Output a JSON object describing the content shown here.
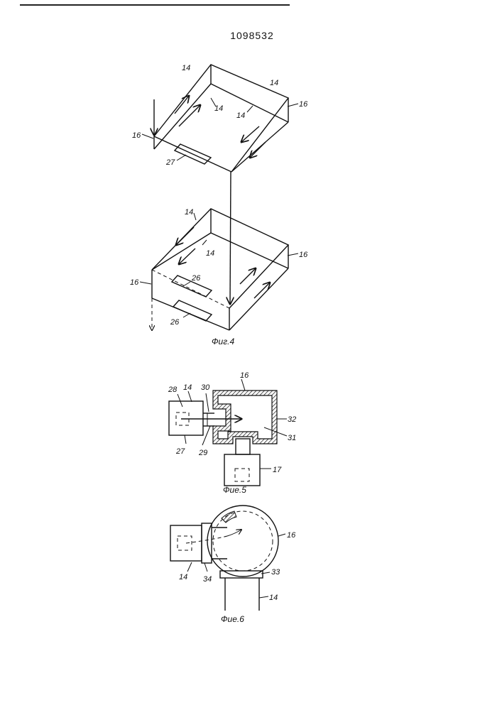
{
  "document": {
    "number": "1098532"
  },
  "figure4": {
    "caption": "Фиг.4",
    "labels": {
      "top_14_a": "14",
      "top_14_b": "14",
      "top_14_c": "14",
      "top_14_d": "14",
      "top_16_left": "16",
      "top_16_right": "16",
      "top_27": "27",
      "bot_14_a": "14",
      "bot_14_b": "14",
      "bot_16_left": "16",
      "bot_16_right": "16",
      "bot_26_a": "26",
      "bot_26_b": "26"
    }
  },
  "figure5": {
    "caption": "Фие.5",
    "labels": {
      "l28": "28",
      "l14": "14",
      "l30": "30",
      "l16": "16",
      "l32": "32",
      "l31": "31",
      "l27": "27",
      "l29": "29",
      "l17": "17"
    }
  },
  "figure6": {
    "caption": "Фие.6",
    "labels": {
      "l16": "16",
      "l14_left": "14",
      "l34": "34",
      "l33": "33",
      "l14_bottom": "14"
    }
  }
}
